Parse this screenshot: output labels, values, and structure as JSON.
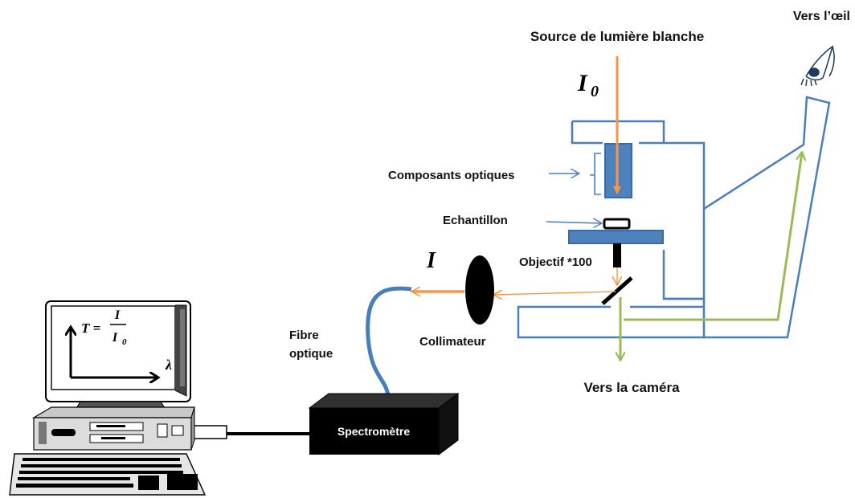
{
  "labels": {
    "source": "Source de lumière blanche",
    "eye": "Vers l’œil",
    "optics": "Composants optiques",
    "sample": "Echantillon",
    "objective": "Objectif *100",
    "collimator": "Collimateur",
    "fiber_line1": "Fibre",
    "fiber_line2": "optique",
    "camera": "Vers la caméra",
    "spectrometer": "Spectromètre"
  },
  "math": {
    "i0_base": "I",
    "i0_sub": "0",
    "i": "I",
    "t_lhs": "T =",
    "t_num": "I",
    "t_den": "I",
    "t_den_sub": "0",
    "lambda": "λ"
  },
  "colors": {
    "frame": "#4a7ebb",
    "component_fill": "#4f81bd",
    "stage_fill": "#4f81bd",
    "beam_incident": "#f79646",
    "beam_camera": "#9bbb59",
    "fiber": "#4a7ebb",
    "black": "#000000"
  }
}
